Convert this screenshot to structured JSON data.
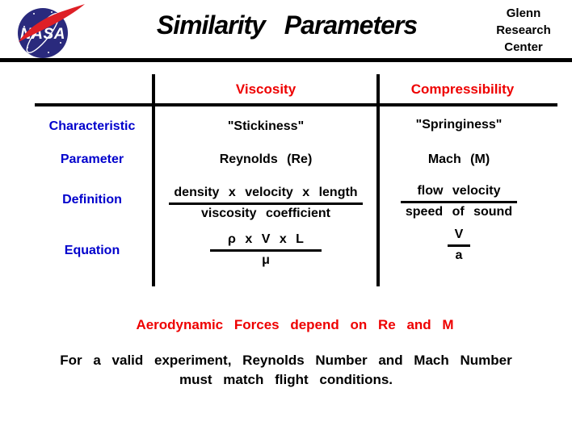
{
  "header": {
    "title": "Similarity Parameters",
    "org_lines": [
      "Glenn",
      "Research",
      "Center"
    ],
    "logo_text": "NASA"
  },
  "table": {
    "columns": {
      "viscosity": "Viscosity",
      "compressibility": "Compressibility"
    },
    "rows": [
      {
        "label": "Characteristic",
        "viscosity": "\"Stickiness\"",
        "compressibility": "\"Springiness\""
      },
      {
        "label": "Parameter",
        "viscosity": "Reynolds (Re)",
        "compressibility": "Mach (M)"
      },
      {
        "label": "Definition",
        "viscosity": {
          "num": "density x velocity x length",
          "den": "viscosity coefficient"
        },
        "compressibility": {
          "num": "flow velocity",
          "den": "speed of sound"
        }
      },
      {
        "label": "Equation",
        "viscosity": {
          "num": "ρ  x V x L",
          "den": "μ"
        },
        "compressibility": {
          "num": "V",
          "den": "a"
        }
      }
    ]
  },
  "footer": {
    "highlight": "Aerodynamic Forces depend on Re and M",
    "note_line1": "For a valid experiment, Reynolds Number and Mach Number",
    "note_line2": "must match flight conditions."
  },
  "colors": {
    "heading_red": "#ee0000",
    "label_blue": "#0000cc",
    "logo_navy": "#2a2a7d",
    "logo_red": "#de1f26"
  }
}
